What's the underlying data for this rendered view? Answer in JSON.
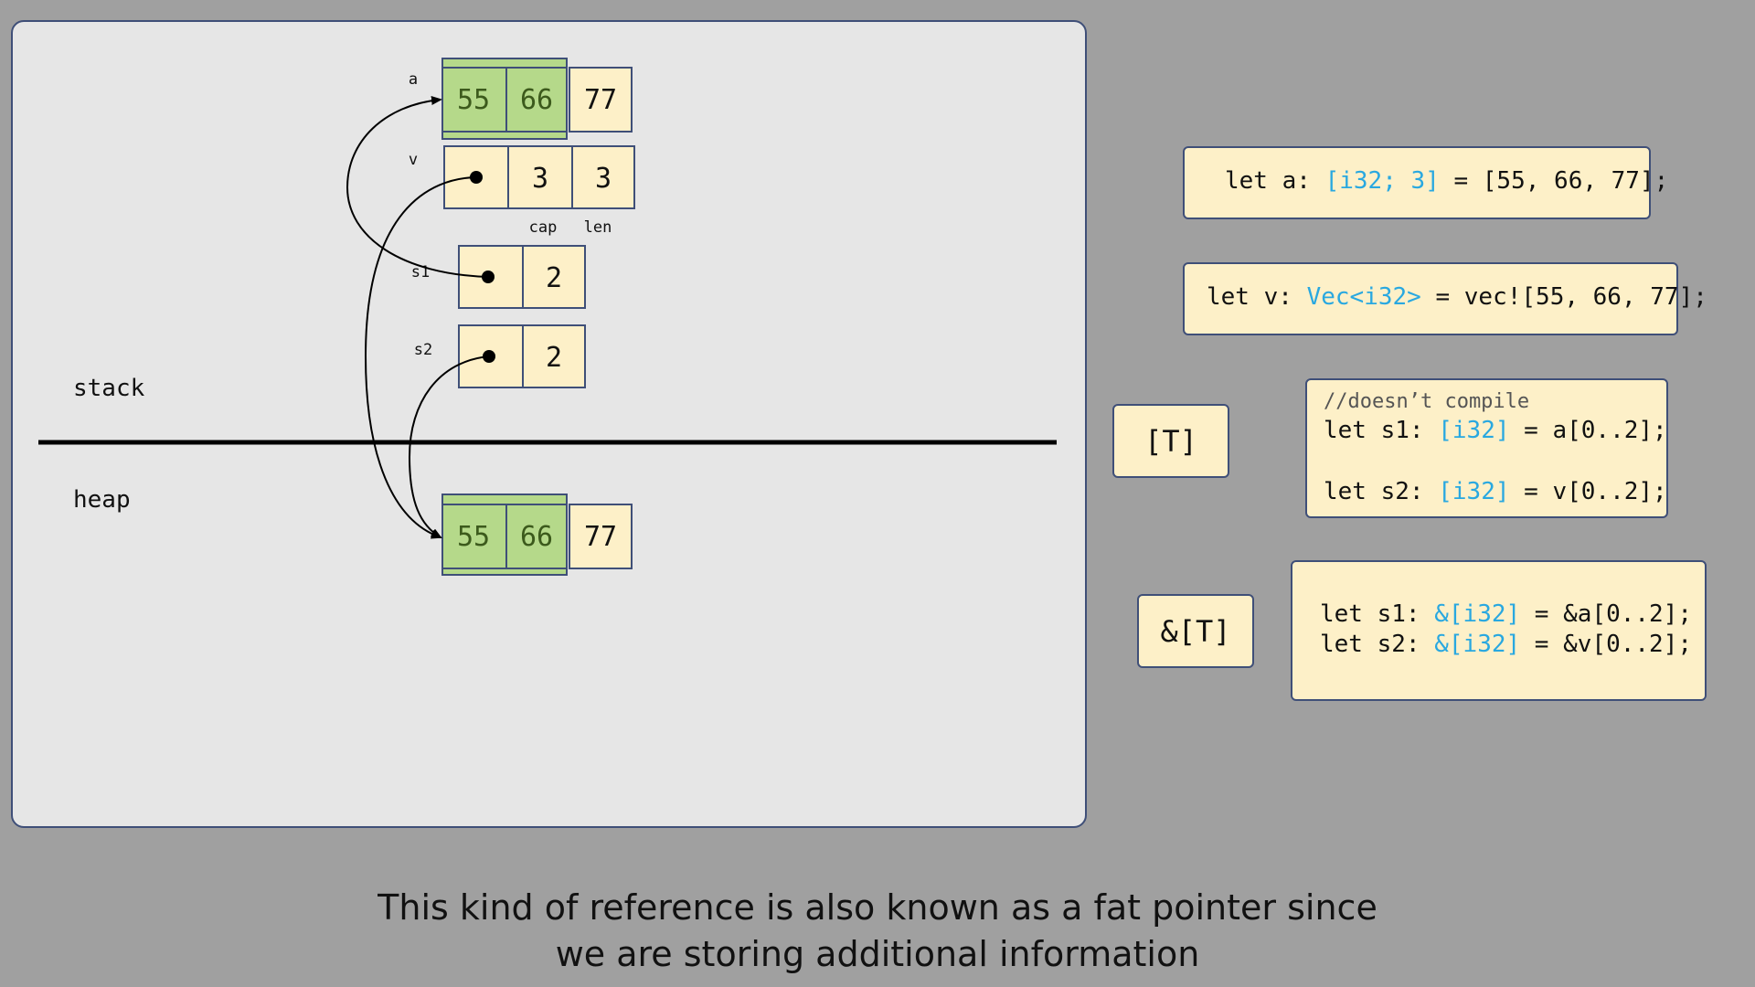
{
  "diagram": {
    "labels": {
      "a": "a",
      "v": "v",
      "s1": "s1",
      "s2": "s2",
      "cap": "cap",
      "len": "len",
      "stack": "stack",
      "heap": "heap"
    },
    "array_a": [
      "55",
      "66",
      "77"
    ],
    "vec_v": {
      "cap": "3",
      "len": "3"
    },
    "slice_s1": {
      "len": "2"
    },
    "slice_s2": {
      "len": "2"
    },
    "heap_array": [
      "55",
      "66",
      "77"
    ]
  },
  "code": {
    "box1": {
      "p1": "let a: ",
      "t1": "[i32; 3]",
      "p2": " = [55, 66, 77];"
    },
    "box2": {
      "p1": "let v: ",
      "t1": "Vec<i32>",
      "p2": " = vec![55, 66, 77];"
    },
    "box3": {
      "comment": "//doesn’t compile",
      "l1_p1": "let s1: ",
      "l1_t": "[i32]",
      "l1_p2": " = a[0..2];",
      "l2_p1": "let s2: ",
      "l2_t": "[i32]",
      "l2_p2": " = v[0..2];"
    },
    "box4": {
      "l1_p1": "let s1: ",
      "l1_t": "&[i32]",
      "l1_p2": " = &a[0..2];",
      "l2_p1": "let s2: ",
      "l2_t": "&[i32]",
      "l2_p2": " = &v[0..2];"
    }
  },
  "types": {
    "slice": "[T]",
    "ref_slice": "&[T]"
  },
  "caption": {
    "line1": "This kind of reference is also known as a fat pointer since",
    "line2": "we are storing additional information"
  },
  "colors": {
    "panel_bg": "#e6e6e6",
    "cell_bg": "#fdf0c8",
    "highlight_bg": "#b5d98a",
    "border": "#3f4f78",
    "type_highlight": "#29a8e0"
  }
}
